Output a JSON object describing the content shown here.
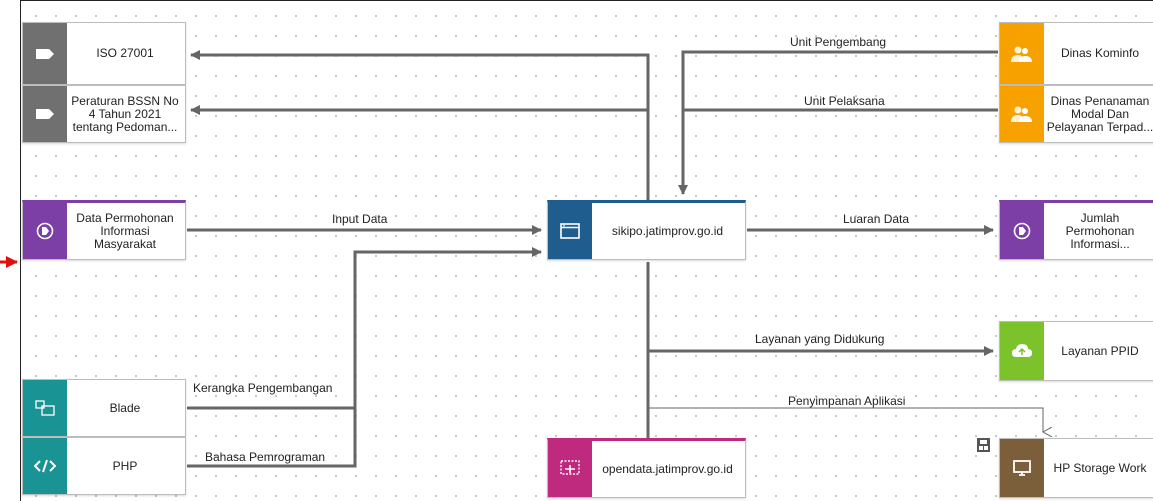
{
  "colors": {
    "gray": "#707070",
    "orange": "#f7a100",
    "purple": "#7b3fa6",
    "blue": "#1f5d8e",
    "green": "#7cc22b",
    "teal": "#1a9394",
    "magenta": "#c02a7e",
    "brown": "#7a5f3a",
    "edge": "#666666",
    "pointer": "#e01010"
  },
  "nodes": {
    "iso": {
      "label": "ISO 27001",
      "icon": "tag-icon"
    },
    "bssn": {
      "label": "Peraturan BSSN No 4 Tahun 2021 tentang Pedoman...",
      "icon": "tag-icon"
    },
    "kominfo": {
      "label": "Dinas Kominfo",
      "icon": "people-icon"
    },
    "penanaman": {
      "label": "Dinas Penanaman Modal Dan Pelayanan Terpad...",
      "icon": "people-icon"
    },
    "permohonan": {
      "label": "Data Permohonan Informasi Masyarakat",
      "icon": "data-object-icon"
    },
    "sikipo": {
      "label": "sikipo.jatimprov.go.id",
      "icon": "application-window-icon"
    },
    "jumlah": {
      "label": "Jumlah Permohonan Informasi...",
      "icon": "data-object-icon"
    },
    "ppid": {
      "label": "Layanan PPID",
      "icon": "service-cloud-icon"
    },
    "blade": {
      "label": "Blade",
      "icon": "framework-icon"
    },
    "php": {
      "label": "PHP",
      "icon": "code-icon"
    },
    "opendata": {
      "label": "opendata.jatimprov.go.id",
      "icon": "application-dashboard-icon"
    },
    "hp": {
      "label": "HP Storage Work",
      "icon": "monitor-icon"
    }
  },
  "edges": {
    "unit_pengembang": "Unit Pengembang",
    "unit_pelaksana": "Unit Pelaksana",
    "input_data": "Input Data",
    "luaran_data": "Luaran Data",
    "layanan_didukung": "Layanan yang Didukung",
    "penyimpanan": "Penyimpanan Aplikasi",
    "kerangka": "Kerangka Pengembangan",
    "bahasa": "Bahasa Pemrograman"
  }
}
